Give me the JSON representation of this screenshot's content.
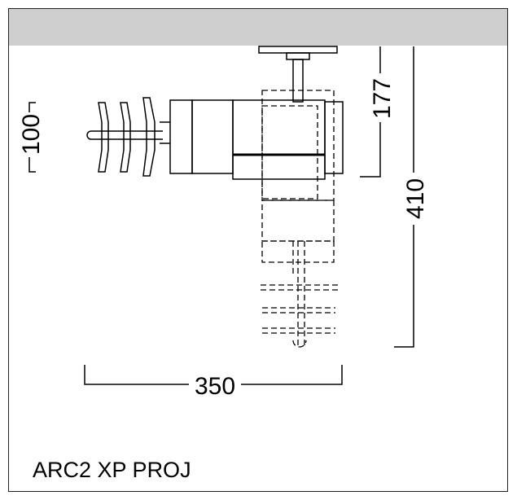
{
  "title": "ARC2 XP PROJ",
  "dimensions": {
    "width": "350",
    "height_total": "410",
    "height_upper": "177",
    "diameter": "100"
  },
  "colors": {
    "header_bar": "#cfcfcf",
    "line": "#000000"
  }
}
